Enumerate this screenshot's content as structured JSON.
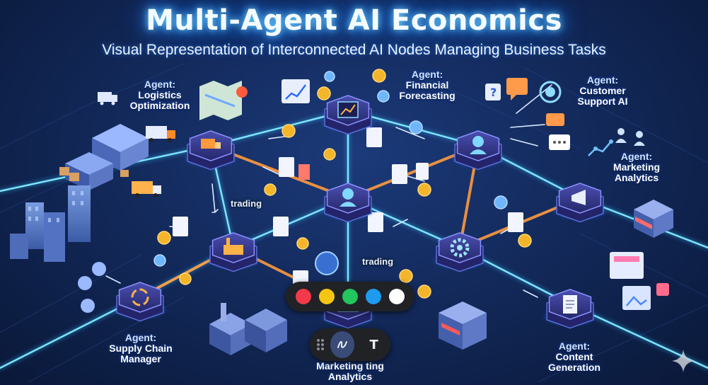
{
  "header": {
    "title": "Multi-Agent AI Economics",
    "subtitle": "Visual Representation of Interconnected AI Nodes Managing Business Tasks"
  },
  "agents": {
    "logistics": {
      "role": "Agent:",
      "name1": "Logistics",
      "name2": "Optimization"
    },
    "financial": {
      "role": "Agent:",
      "name1": "Financial",
      "name2": "Forecasting"
    },
    "customer": {
      "role": "Agent:",
      "name1": "Customer",
      "name2": "Support AI"
    },
    "marketing": {
      "role": "Agent:",
      "name1": "Marketing",
      "name2": "Analytics"
    },
    "supply": {
      "role": "Agent:",
      "name1": "Supply Chain",
      "name2": "Manager"
    },
    "content": {
      "role": "Agent:",
      "name1": "Content",
      "name2": "Generation"
    },
    "bottom": {
      "name1": "Marketing ting",
      "name2": "Analytics"
    }
  },
  "edges": {
    "trading_left": "trading",
    "trading_center": "trading"
  },
  "palette": {
    "colors": [
      "#f23a4a",
      "#f6c512",
      "#22c55e",
      "#1e9bf0",
      "#ffffff"
    ],
    "names": [
      "red",
      "yellow",
      "green",
      "blue",
      "white"
    ]
  },
  "toolbar": {
    "text_tool_label": "T",
    "active_tool": "draw"
  },
  "theme": {
    "background": "#132a5c",
    "glow": "#3ec6ff",
    "node": "#3a3f8f",
    "orange_link": "#ff9a3c"
  }
}
